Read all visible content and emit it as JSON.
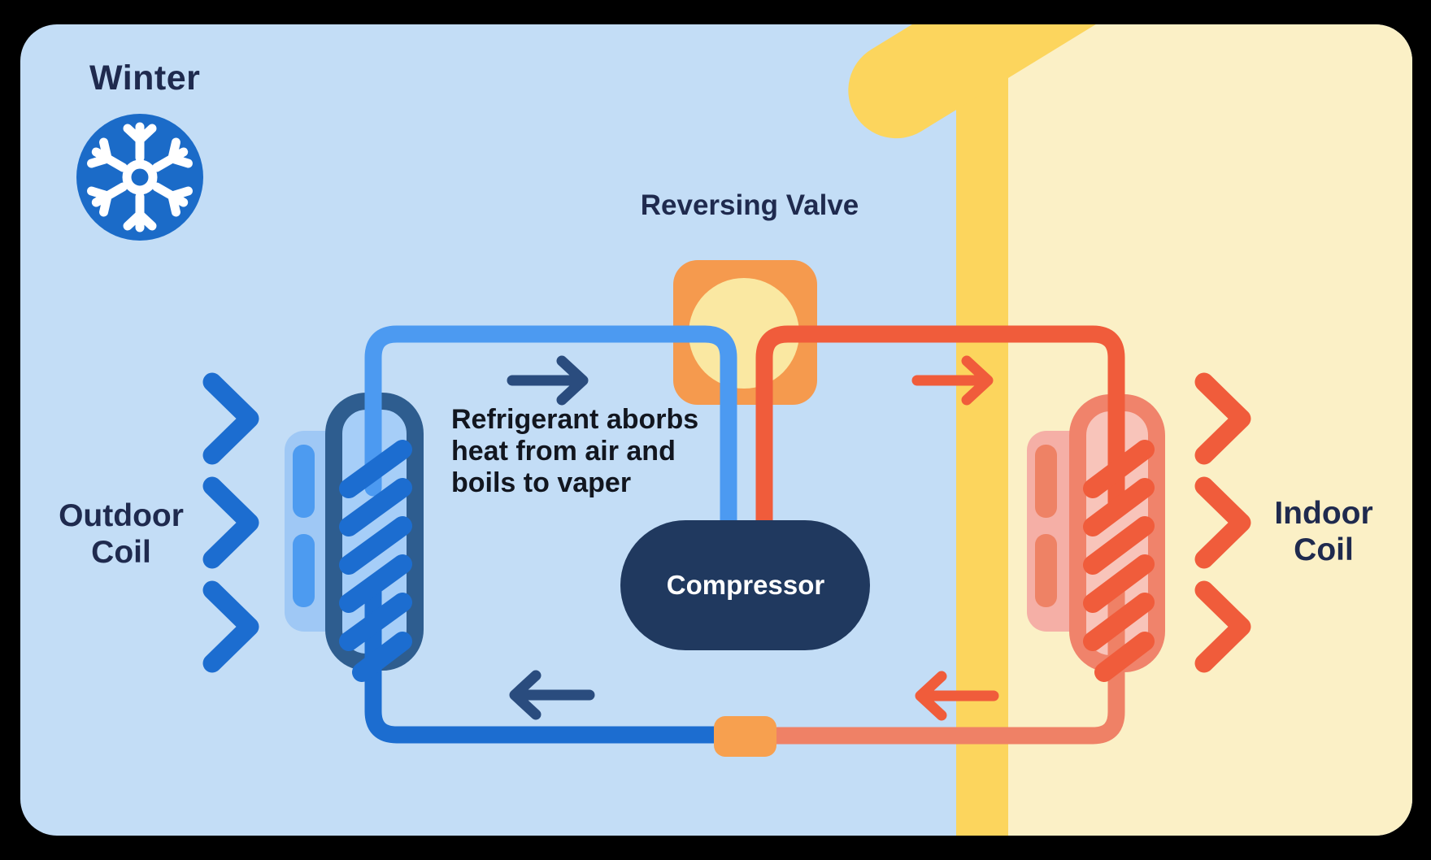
{
  "scene": {
    "type": "heat-pump-winter-diagram",
    "zones": {
      "left": "outdoor (cold, blue)",
      "right": "indoor (warm, cream) separated by yellow wall and roof"
    }
  },
  "labels": {
    "winter": "Winter",
    "reversing_valve": "Reversing Valve",
    "compressor": "Compressor",
    "outdoor_coil": "Outdoor\nCoil",
    "indoor_coil": "Indoor\nCoil",
    "refrigerant_note": "Refrigerant aborbs\nheat from air and\nboils to vaper"
  },
  "icons": [
    "snowflake-icon",
    "arrow-right-icon (navy, above cold line)",
    "arrow-right-icon (orange, above hot line)",
    "arrow-left-icon (navy, below cold return line)",
    "arrow-left-icon (orange, below warm return line)",
    "chevron-right-icons (3 blue airflow, 3 orange airflow)",
    "fan-icon (outdoor unit)",
    "fan-icon (indoor unit)"
  ],
  "colors": {
    "page_bg": "#000000",
    "card_bg": "#C3DDF6",
    "indoor_bg": "#FBF0C6",
    "wall_yellow": "#FCD55D",
    "navy_text": "#1F2A4E",
    "note_text": "#12161F",
    "white": "#FFFFFF",
    "season_circle_blue": "#1B6BC8",
    "cold_blue": "#1C6DD0",
    "cold_light_blue": "#4C9AF1",
    "coil_outline_blue": "#2E5D8F",
    "coil_fill_blue": "#A6CEF8",
    "fan_panel_blue": "#9FC8F5",
    "fan_blade_blue": "#4D9BF0",
    "hot_orange": "#F05C3B",
    "return_salmon": "#EF8166",
    "coil_outline_salmon": "#F0836B",
    "coil_fill_pink": "#F8C4BA",
    "fan_panel_pink": "#F5AFA6",
    "fan_blade_salmon": "#EE8265",
    "valve_orange": "#F59A4E",
    "valve_window_cream": "#FAE8A2",
    "connector_orange": "#F7A04F",
    "compressor_navy": "#20395F",
    "arrow_navy": "#2A4C7E"
  }
}
